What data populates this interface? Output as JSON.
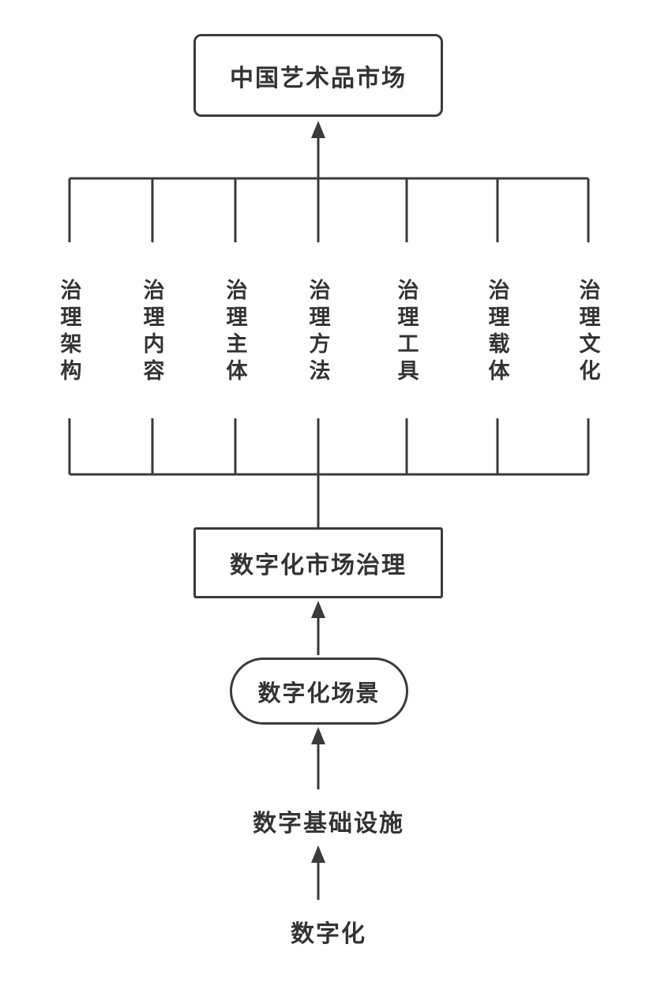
{
  "diagram": {
    "stroke_color": "#3a3a3a",
    "text_color": "#333333",
    "top_node": {
      "label": "中国艺术品市场"
    },
    "branch_labels": [
      "治理架构",
      "治理内容",
      "治理主体",
      "治理方法",
      "治理工具",
      "治理载体",
      "治理文化"
    ],
    "middle_node": {
      "label": "数字化市场治理"
    },
    "scene_node": {
      "label": "数字化场景"
    },
    "infrastructure_node": {
      "label": "数字基础设施"
    },
    "base_node": {
      "label": "数字化"
    }
  }
}
